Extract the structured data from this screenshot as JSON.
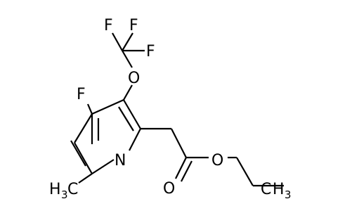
{
  "molecule": {
    "atoms": {
      "f_top_left": "F",
      "f_top_right": "F",
      "f_mid": "F",
      "o_ether": "O",
      "f_ring": "F",
      "n_ring": "N",
      "o_ester": "O",
      "o_carbonyl": "O",
      "methyl_h": "H",
      "methyl_sub": "3",
      "methyl_c": "C"
    }
  }
}
